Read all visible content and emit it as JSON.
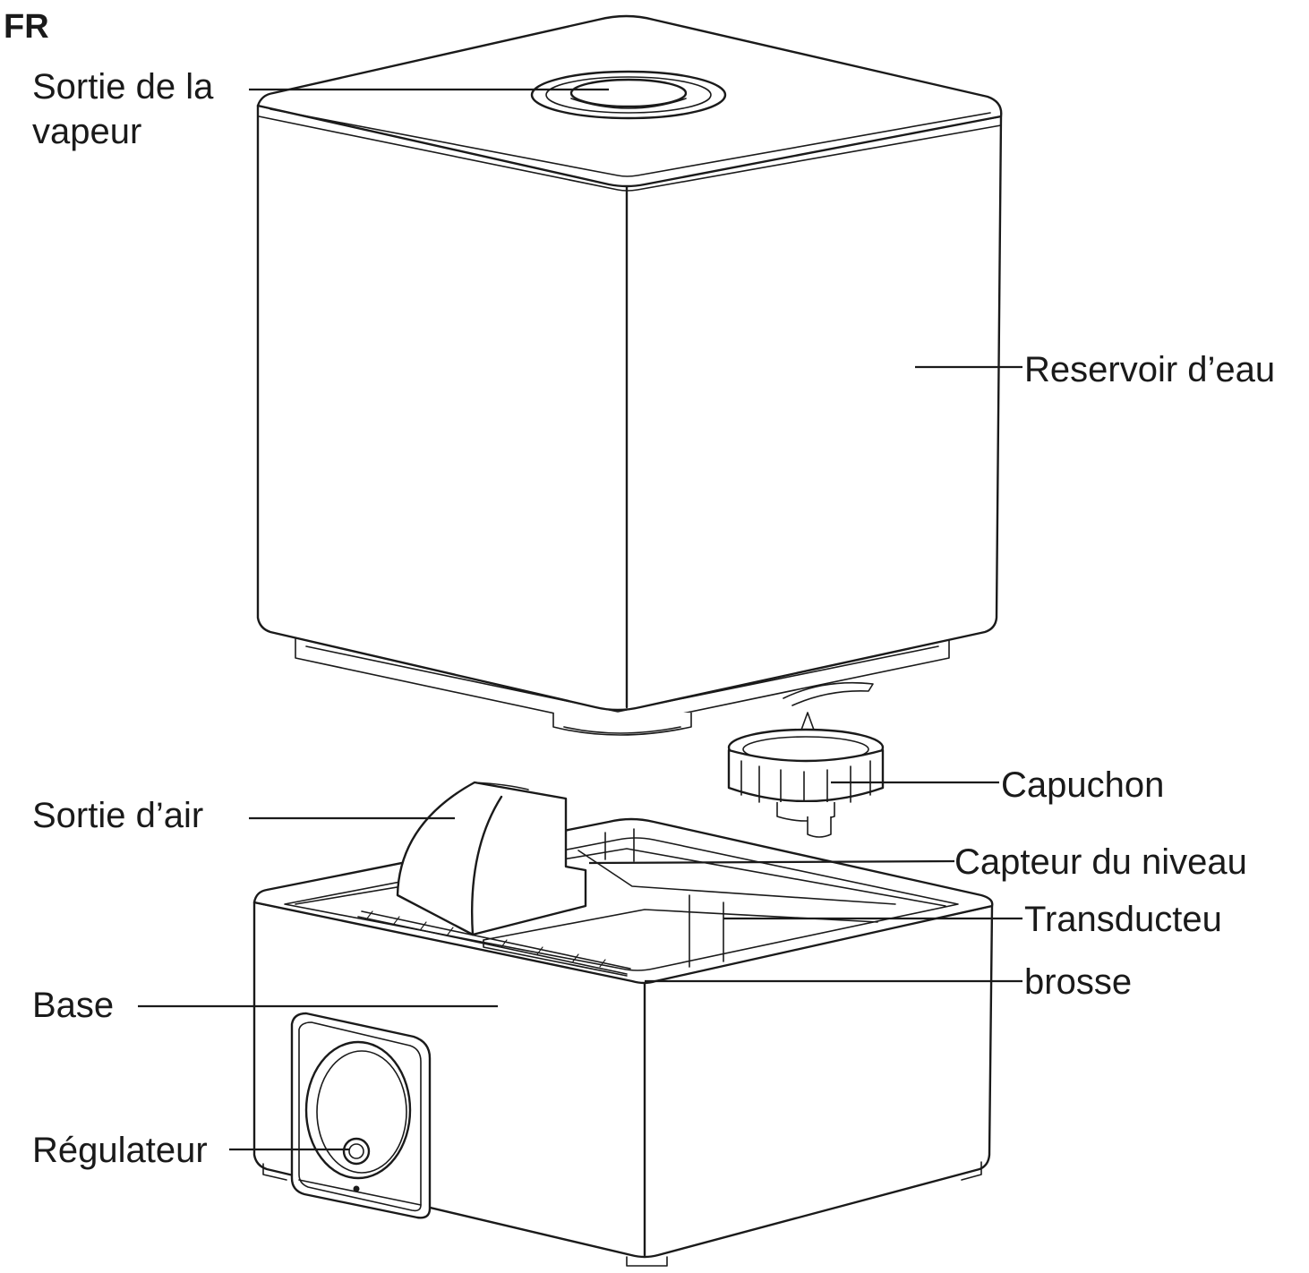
{
  "language_code": "FR",
  "labels": {
    "steam_outlet_line1": "Sortie de la",
    "steam_outlet_line2": "vapeur",
    "water_tank": "Reservoir d’eau",
    "cap": "Capuchon",
    "air_outlet": "Sortie d’air",
    "level_sensor": "Capteur du niveau",
    "transducer": "Transducteu",
    "brush": "brosse",
    "base": "Base",
    "regulator": "Régulateur"
  }
}
